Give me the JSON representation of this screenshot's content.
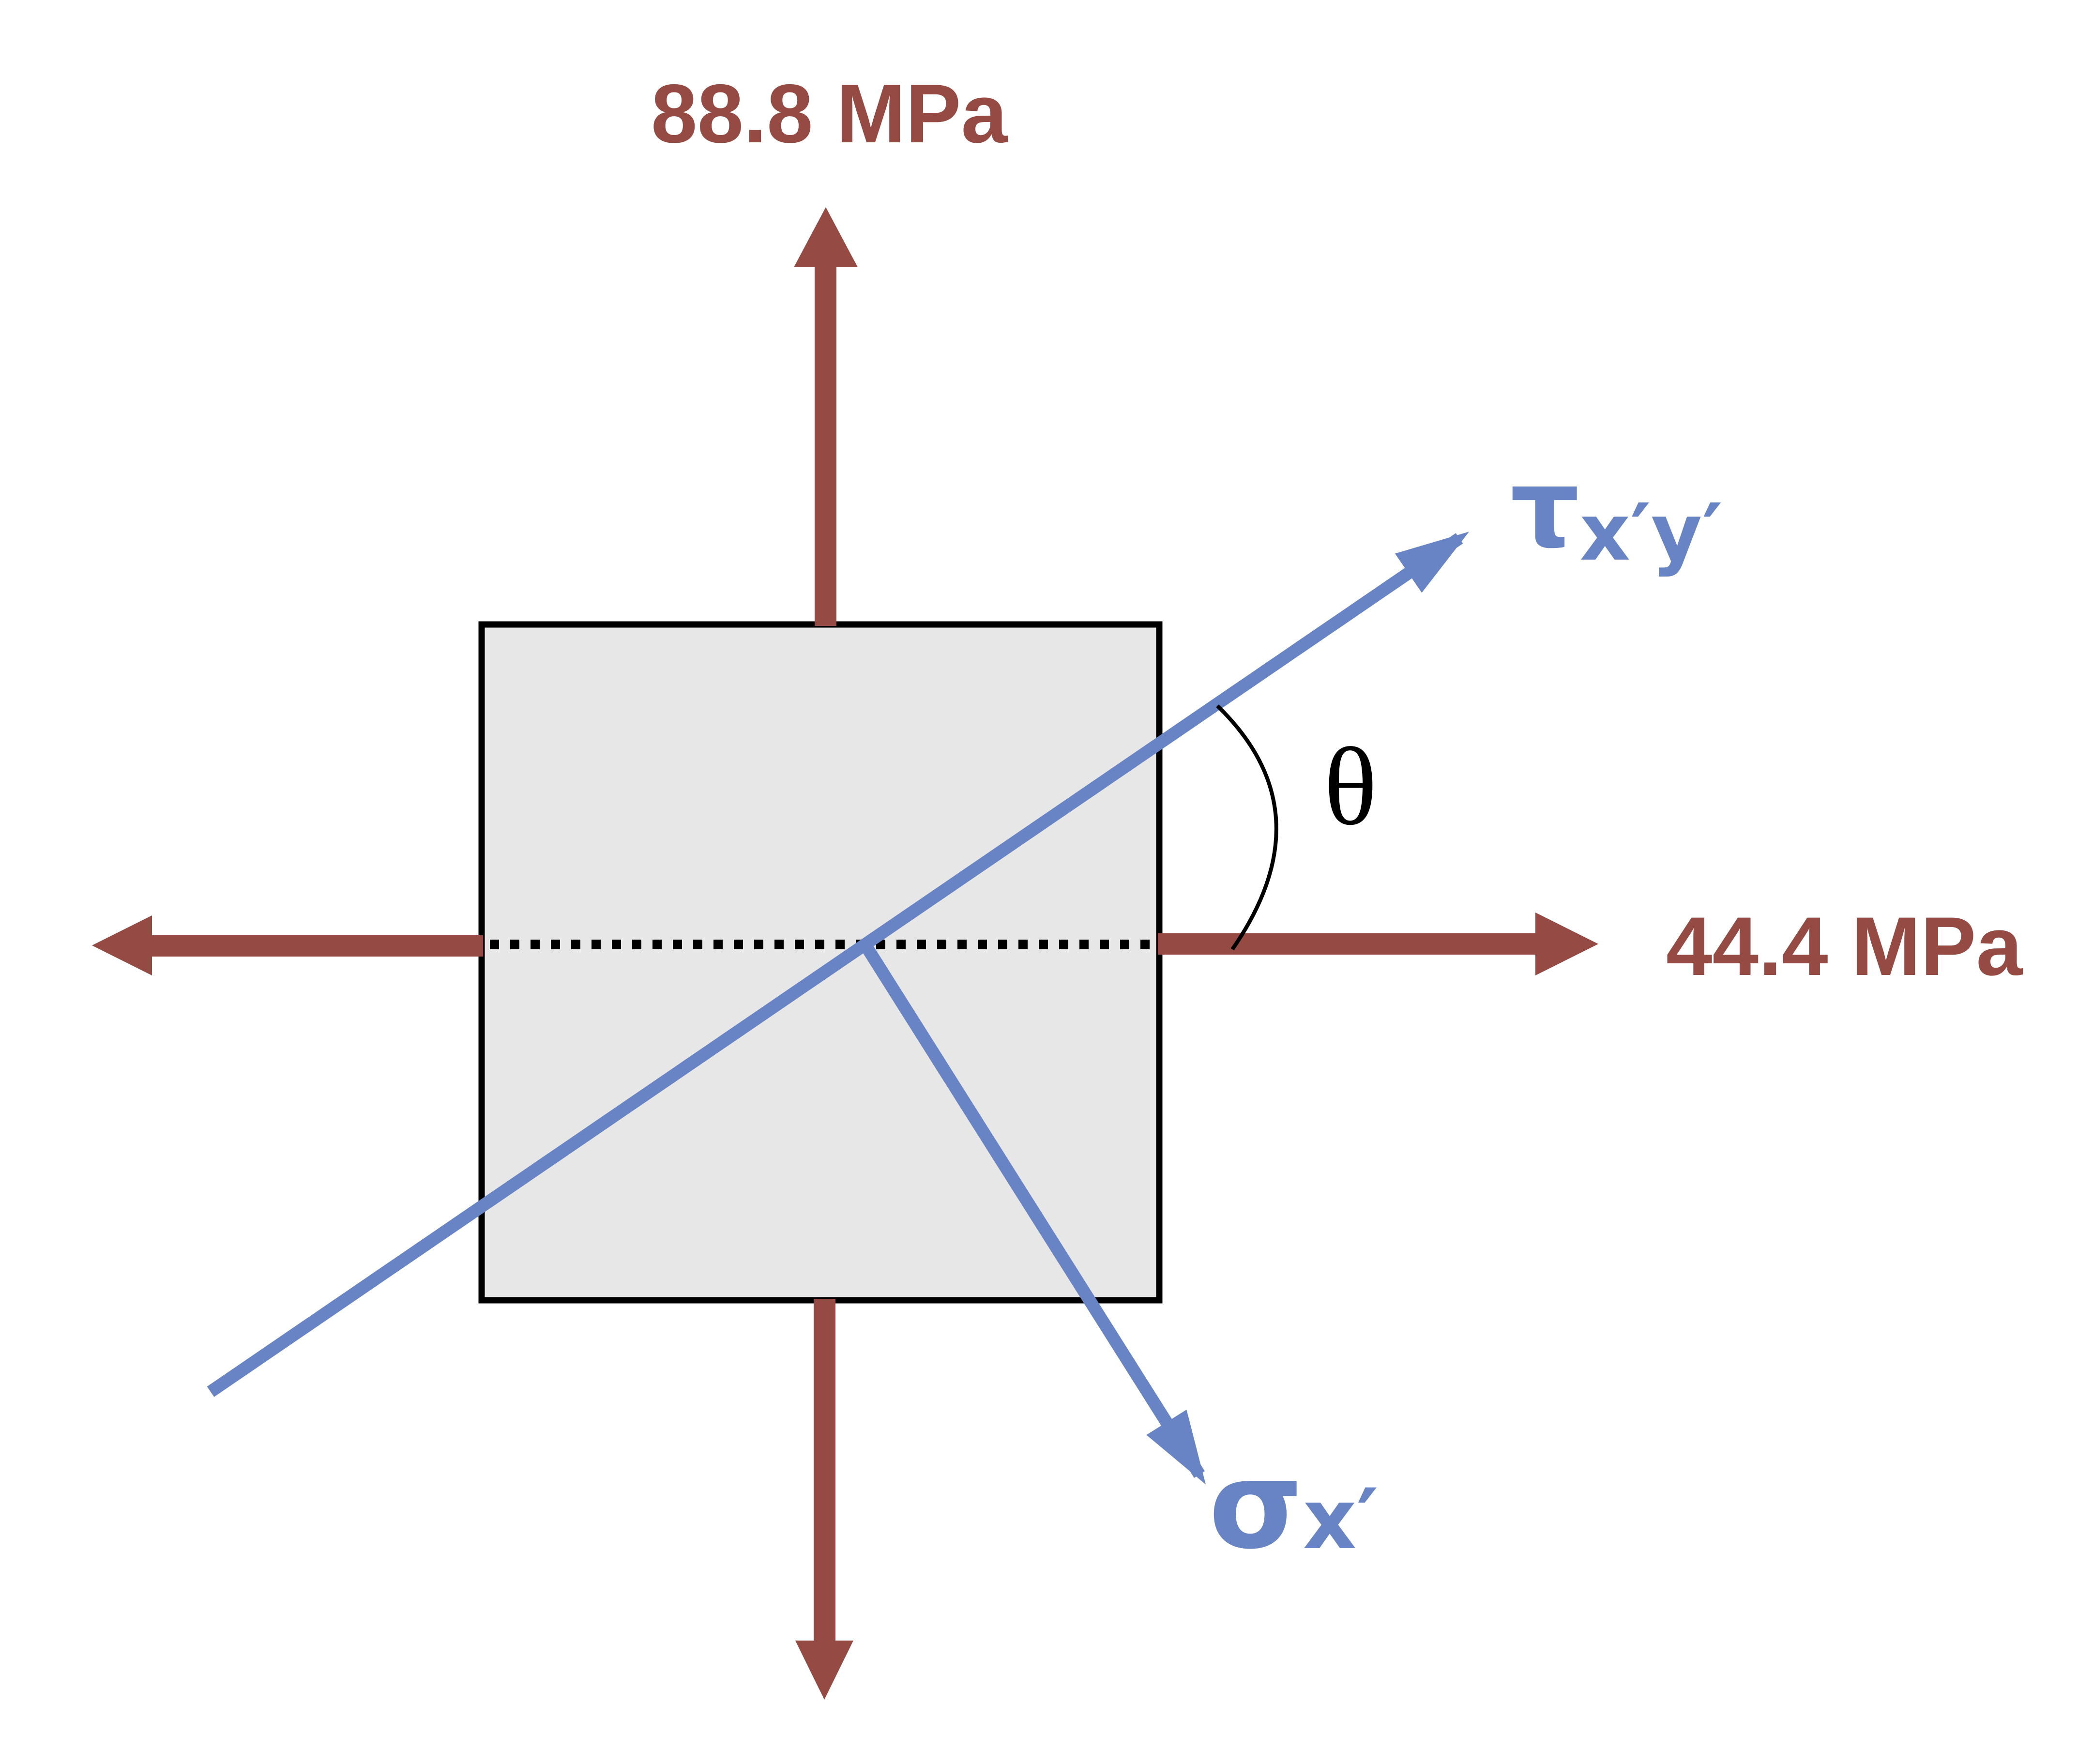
{
  "labels": {
    "stress_top": "88.8 MPa",
    "stress_right": "44.4 MPa",
    "angle": "θ",
    "tau_symbol": "τ",
    "tau_subscript": "x′y′",
    "sigma_symbol": "σ",
    "sigma_subscript": "x′"
  },
  "colors": {
    "stress-arrow": "#954a43",
    "rotated-axis": "#6884c4",
    "element-fill": "#e7e7e7",
    "line-black": "#000000"
  }
}
